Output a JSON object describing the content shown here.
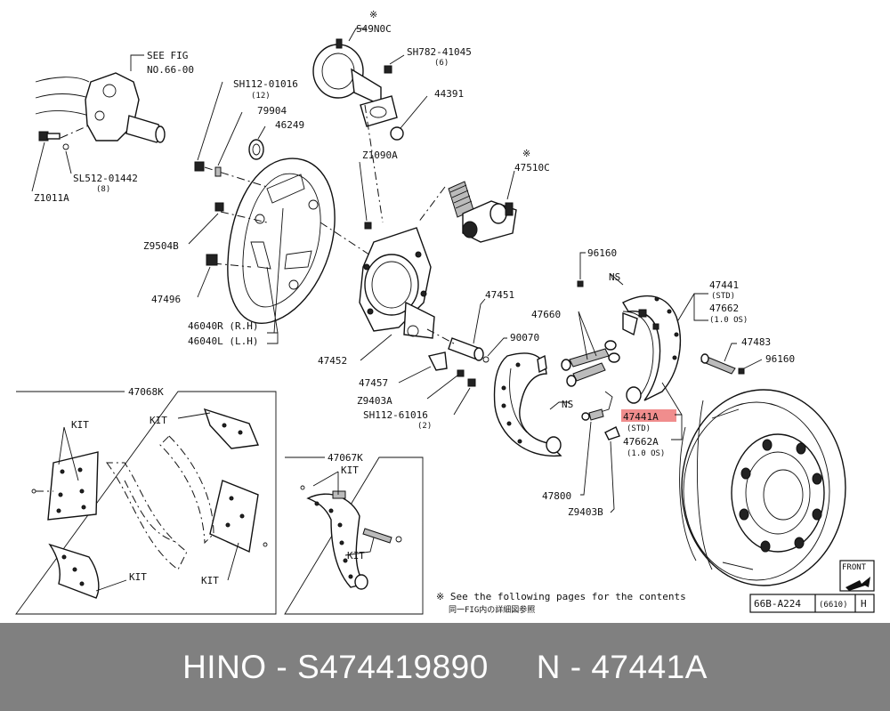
{
  "labels": {
    "see_fig": "SEE FIG",
    "see_fig_no": "NO.66-00",
    "l_z1011a": "Z1011A",
    "l_sl512": "SL512-01442",
    "l_sl512_qty": "(8)",
    "l_sh112_01016": "SH112-01016",
    "l_sh112_01016_qty": "(12)",
    "l_79904": "79904",
    "l_46249": "46249",
    "l_s49n0c_mark": "※",
    "l_s49n0c": "S49N0C",
    "l_sh782": "SH782-41045",
    "l_sh782_qty": "(6)",
    "l_44391": "44391",
    "l_z1090a": "Z1090A",
    "l_47510c_mark": "※",
    "l_47510c": "47510C",
    "l_z9504b": "Z9504B",
    "l_47496": "47496",
    "l_46040r": "46040R (R.H)",
    "l_46040l": "46040L (L.H)",
    "l_47452": "47452",
    "l_47451": "47451",
    "l_90070": "90070",
    "l_47457": "47457",
    "l_z9403a": "Z9403A",
    "l_sh112_61016": "SH112-61016",
    "l_sh112_61016_qty": "(2)",
    "l_96160_a": "96160",
    "l_ns_a": "NS",
    "l_47660": "47660",
    "l_47441": "47441",
    "l_47441_std": "(STD)",
    "l_47662": "47662",
    "l_47662_os": "(1.0 OS)",
    "l_47483": "47483",
    "l_96160_b": "96160",
    "l_ns_b": "NS",
    "l_47441a": "47441A",
    "l_47441a_std": "(STD)",
    "l_47662a": "47662A",
    "l_47662a_os": "(1.0 OS)",
    "l_47800": "47800",
    "l_z9403b": "Z9403B",
    "l_47068k": "47068K",
    "l_47067k": "47067K",
    "l_kit": "KIT",
    "note_line1": "※ See the following pages for the contents",
    "note_line2": "同一FIG内の詳細図参照",
    "front": "FRONT",
    "code": "66B-A224",
    "code_group": "(6610)",
    "code_suffix": "H"
  },
  "footer": {
    "text": "HINO - S474419890     N - 47441A"
  },
  "colors": {
    "highlight": "#f08d8d",
    "footer_bg": "#808080",
    "footer_text": "#ffffff"
  }
}
